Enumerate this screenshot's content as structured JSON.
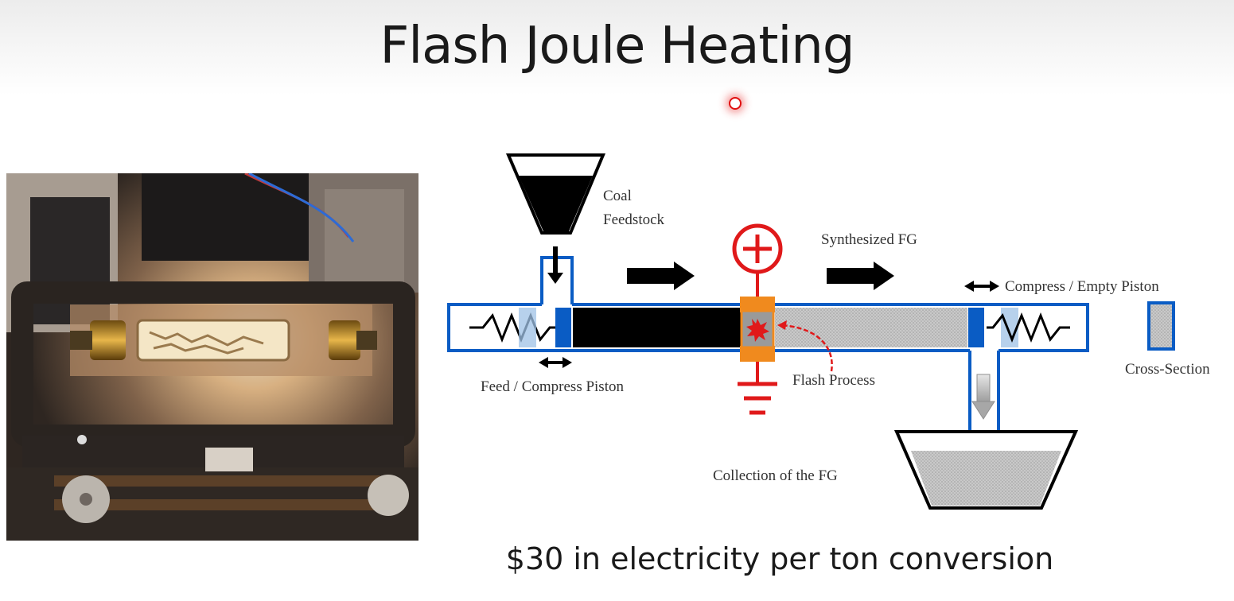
{
  "slide": {
    "title": "Flash Joule Heating",
    "caption": "$30 in electricity per ton conversion"
  },
  "diagram": {
    "labels": {
      "coal_line1": "Coal",
      "coal_line2": "Feedstock",
      "synthesized": "Synthesized FG",
      "compress_empty": "Compress / Empty Piston",
      "feed_compress": "Feed / Compress Piston",
      "flash_process": "Flash Process",
      "collection": "Collection of the FG",
      "cross_section": "Cross-Section"
    }
  },
  "icons": [
    "laser-pointer-icon",
    "positive-terminal-icon",
    "ground-icon",
    "spring-icon",
    "arrow-right-icon",
    "double-arrow-icon"
  ],
  "colors": {
    "tube_blue": "#0a5cc4",
    "piston_blue": "#0a5cc4",
    "electrode_orange": "#f08a1e",
    "terminal_red": "#e0191a",
    "coal_black": "#000000",
    "graphene_gray": "#c8c8c8"
  }
}
